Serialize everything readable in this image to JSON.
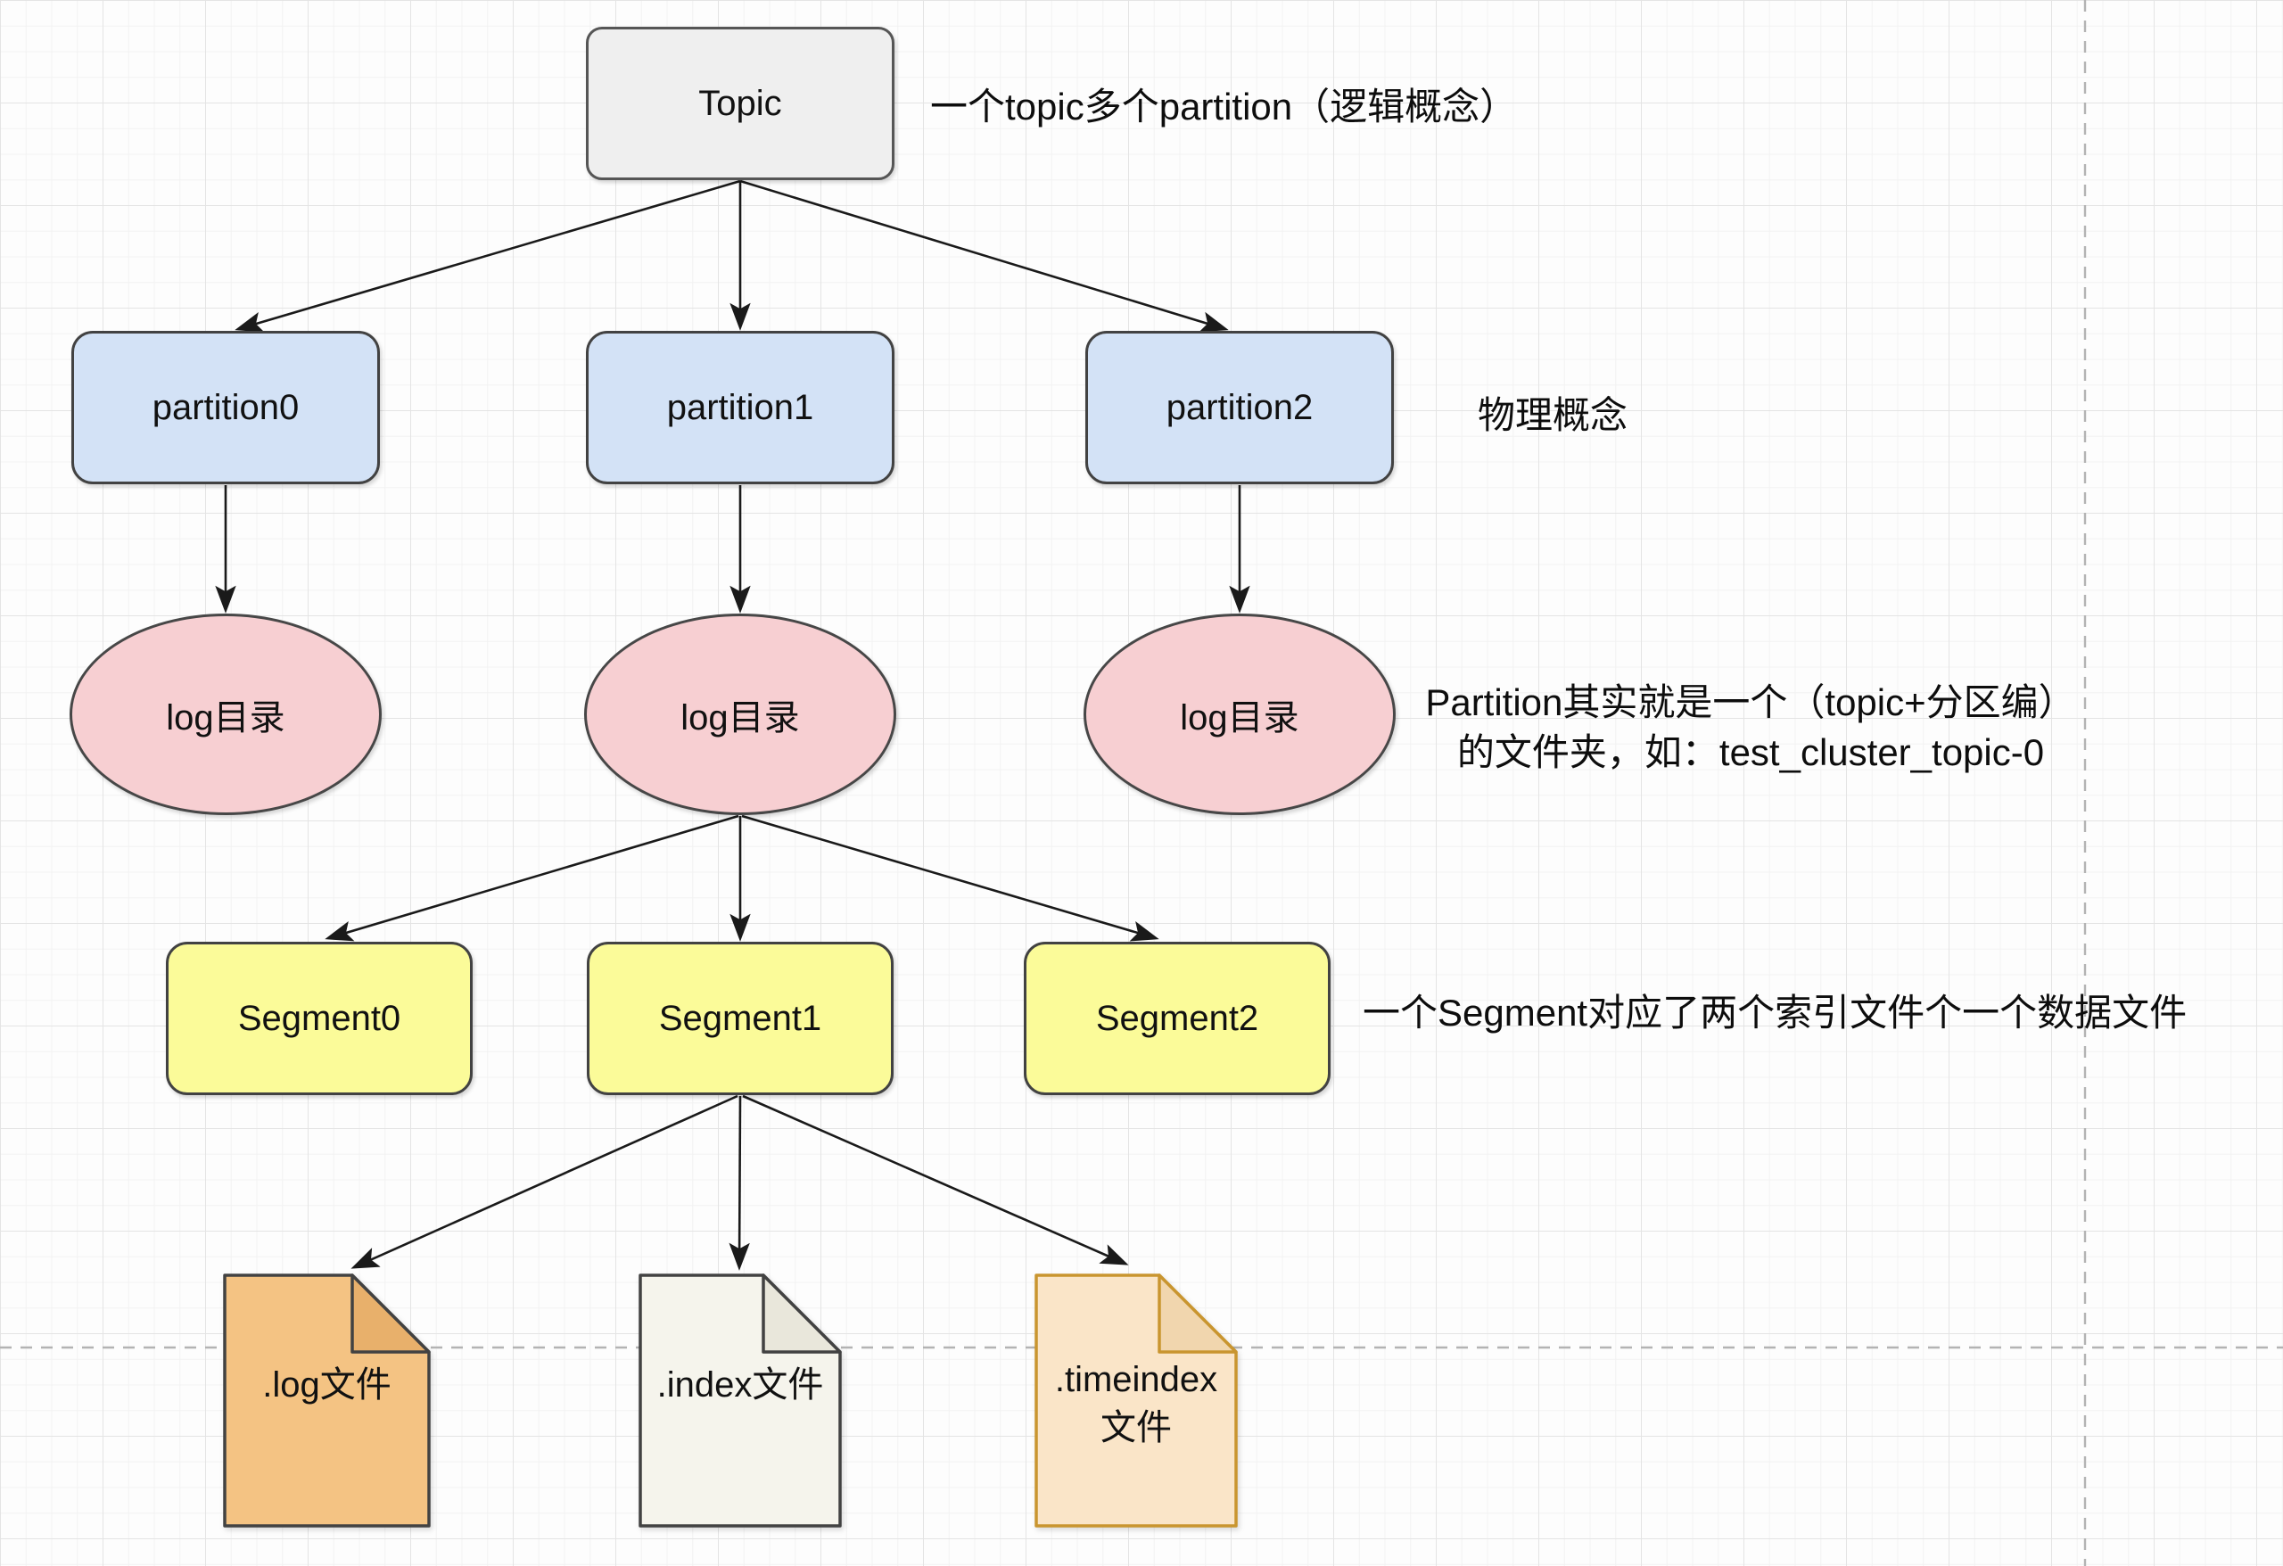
{
  "nodes": {
    "topic": {
      "label": "Topic"
    },
    "partitions": [
      {
        "label": "partition0"
      },
      {
        "label": "partition1"
      },
      {
        "label": "partition2"
      }
    ],
    "log_dirs": [
      {
        "label": "log目录"
      },
      {
        "label": "log目录"
      },
      {
        "label": "log目录"
      }
    ],
    "segments": [
      {
        "label": "Segment0"
      },
      {
        "label": "Segment1"
      },
      {
        "label": "Segment2"
      }
    ],
    "files": [
      {
        "label": ".log文件"
      },
      {
        "label": ".index文件"
      },
      {
        "label": ".timeindex\n文件"
      }
    ]
  },
  "annotations": {
    "topic_note": "一个topic多个partition（逻辑概念）",
    "physical_note": "物理概念",
    "partition_note_line1": "Partition其实就是一个（topic+分区编）",
    "partition_note_line2": "的文件夹，如：test_cluster_topic-0",
    "segment_note": "一个Segment对应了两个索引文件个一个数据文件"
  },
  "colors": {
    "topic_fill": "#EFEFEF",
    "partition_fill": "#D3E2F6",
    "logdir_fill": "#F7CFD2",
    "segment_fill": "#FBFB99",
    "log_file_fill": "#F4C383",
    "log_file_fold": "#E8B06B",
    "index_file_fill": "#F5F4EC",
    "index_file_fold": "#E9E7DB",
    "timeindex_file_fill": "#FAE5C8",
    "timeindex_file_fold": "#F1D6AE",
    "timeindex_stroke": "#C9952F",
    "shape_stroke": "#424242",
    "arrow": "#1A1A1A",
    "dashed_guide": "#B3B3B3"
  }
}
